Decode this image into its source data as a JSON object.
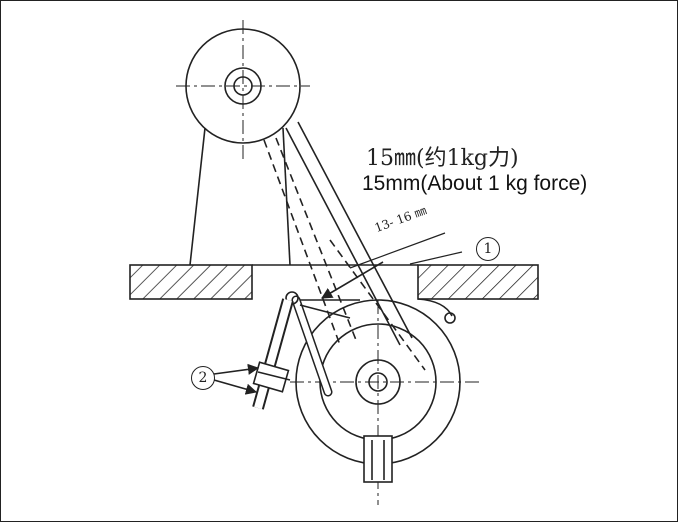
{
  "labels": {
    "tension_cn": "15㎜(约1kg力)",
    "tension_en": "15mm(About 1 kg force)",
    "deflection_range": "13- 16 ㎜"
  },
  "markers": {
    "marker_1": "1",
    "marker_2": "2"
  }
}
